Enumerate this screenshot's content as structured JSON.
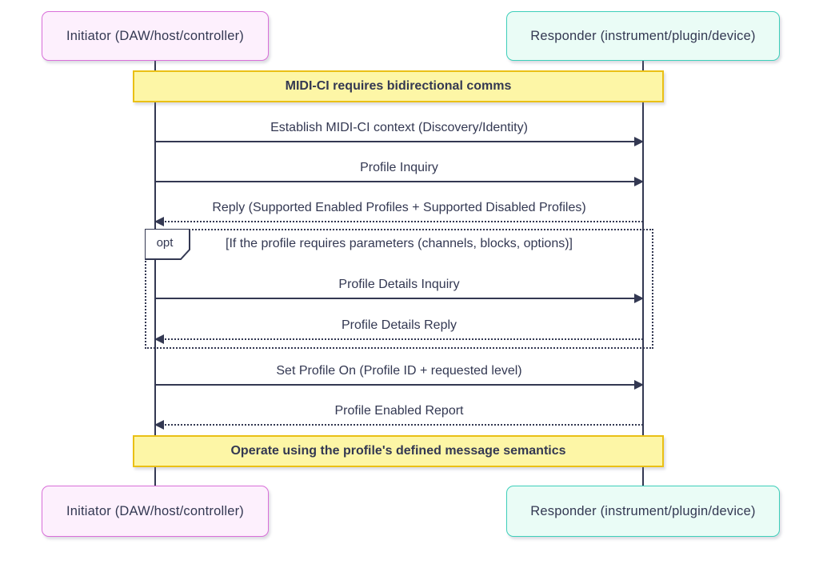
{
  "diagram": {
    "type": "sequence",
    "actors": {
      "initiator": "Initiator (DAW/host/controller)",
      "responder": "Responder (instrument/plugin/device)"
    },
    "notes": [
      {
        "text": "MIDI-CI requires bidirectional comms",
        "position": "over both"
      },
      {
        "text": "Operate using the profile's defined message semantics",
        "position": "over both"
      }
    ],
    "messages": [
      {
        "label": "Establish MIDI-CI context (Discovery/Identity)",
        "from": "Initiator",
        "to": "Responder",
        "style": "solid",
        "direction": "right"
      },
      {
        "label": "Profile Inquiry",
        "from": "Initiator",
        "to": "Responder",
        "style": "solid",
        "direction": "right"
      },
      {
        "label": "Reply (Supported Enabled Profiles + Supported Disabled Profiles)",
        "from": "Responder",
        "to": "Initiator",
        "style": "dotted",
        "direction": "left"
      },
      {
        "label": "Profile Details Inquiry",
        "from": "Initiator",
        "to": "Responder",
        "style": "solid",
        "direction": "right"
      },
      {
        "label": "Profile Details Reply",
        "from": "Responder",
        "to": "Initiator",
        "style": "dotted",
        "direction": "left"
      },
      {
        "label": "Set Profile On (Profile ID + requested level)",
        "from": "Initiator",
        "to": "Responder",
        "style": "solid",
        "direction": "right"
      },
      {
        "label": "Profile Enabled Report",
        "from": "Responder",
        "to": "Initiator",
        "style": "dotted",
        "direction": "left"
      }
    ],
    "opt_block": {
      "label": "opt",
      "guard": "[If the profile requires parameters (channels, blocks, options)]",
      "contains_messages": [
        3,
        4
      ]
    },
    "colors": {
      "background": "#ffffff",
      "line_and_text": "#333852",
      "initiator_fill": "#fdf0fd",
      "initiator_border": "#d96fd9",
      "responder_fill": "#eafcf6",
      "responder_border": "#3ecfba",
      "note_fill": "#fdf6a6",
      "note_border": "#eac015"
    }
  }
}
